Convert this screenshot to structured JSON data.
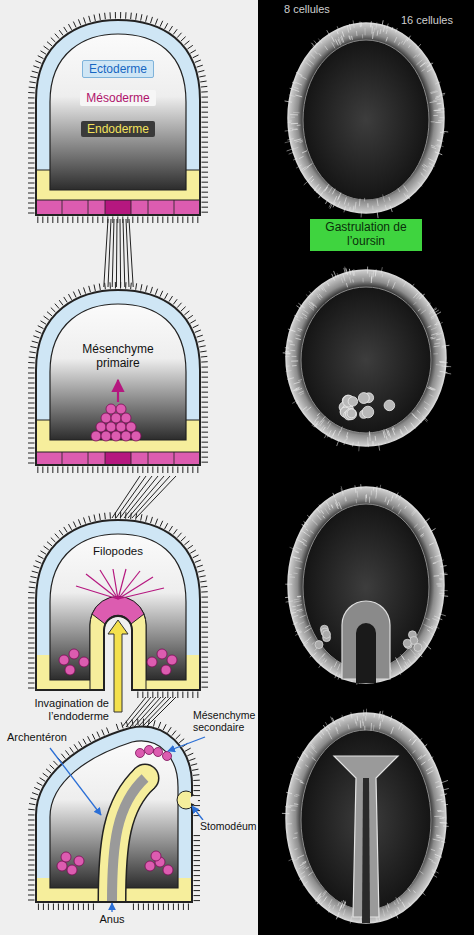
{
  "diagram": {
    "nodes": [
      {
        "text": [
          "Gastrulation de l’oursin"
        ]
      }
    ],
    "labels": [
      "8 cellules",
      "16 cellules",
      "Ectoderme",
      "Mésoderme",
      "Endoderme",
      "Mésenchyme primaire",
      "Filopodes",
      "Invagination de l’endoderme",
      "Mésenchyme secondaire",
      "Archentéron",
      "Stomodéum",
      "Anus"
    ]
  }
}
